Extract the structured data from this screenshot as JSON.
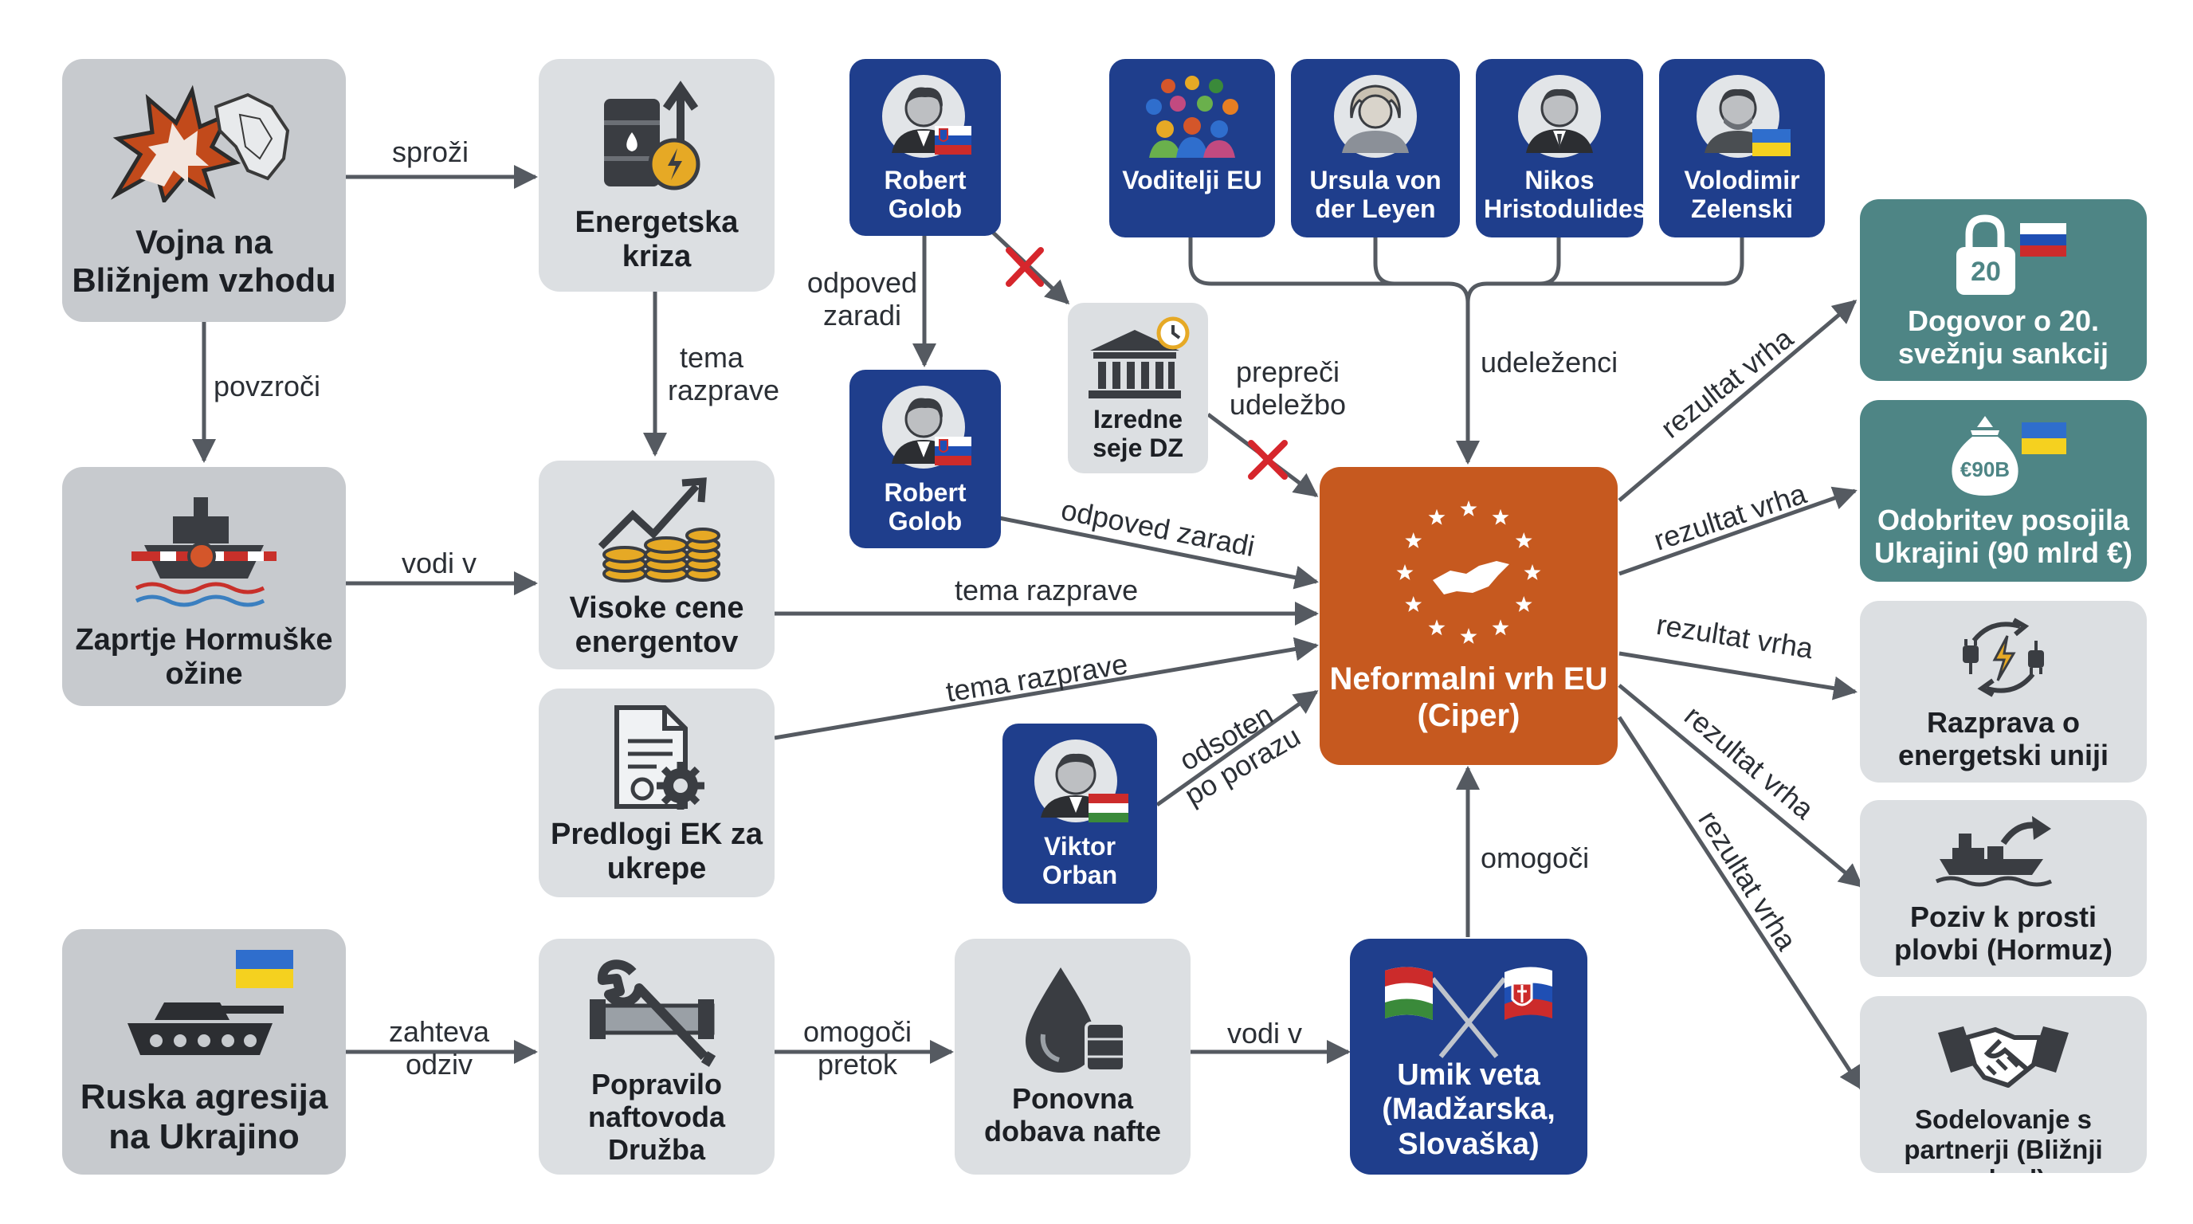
{
  "nodes": {
    "war": "Vojna na Bližnjem vzhodu",
    "energy_crisis": "Energetska kriza",
    "hormuz": "Zaprtje Hormuške ožine",
    "prices": "Visoke cene energentov",
    "ek_proposals": "Predlogi EK za ukrepe",
    "aggression": "Ruska agresija na Ukrajino",
    "druzba": "Popravilo naftovoda Družba",
    "oil": "Ponovna dobava nafte",
    "veto": "Umik veta (Madžarska, Slovaška)",
    "summit": "Neformalni vrh EU (Ciper)",
    "golob_top": "Robert Golob",
    "golob_mid": "Robert Golob",
    "izredne": "Izredne seje DZ",
    "orban": "Viktor Orban",
    "leaders": "Voditelji EU",
    "vonderleyen": "Ursula von der Leyen",
    "hristodulides": "Nikos Hristodulides",
    "zelenski": "Volodimir Zelenski",
    "sanctions": "Dogovor o 20. svežnju sankcij",
    "loan": "Odobritev posojila Ukrajini (90 mlrd €)",
    "energy_union": "Razprava o energetski uniji",
    "navigation": "Poziv k prosti plovbi (Hormuz)",
    "partners": "Sodelovanje s partnerji (Bližnji vzhod)"
  },
  "icon_text": {
    "sanctions_badge": "20",
    "loan_badge": "€90B"
  },
  "edges": {
    "sprozi": "sproži",
    "povzroci": "povzroči",
    "tema_razprave_v": "tema razprave",
    "vodi_v_1": "vodi v",
    "tema_razprave_1": "tema razprave",
    "tema_razprave_2": "tema razprave",
    "odpoved_zaradi_v": "odpoved zaradi",
    "odpoved_zaradi": "odpoved zaradi",
    "prepreci": "prepreči udeležbo",
    "udelezenci": "udeleženci",
    "odsoten": "odsoten po porazu",
    "zahteva": "zahteva odziv",
    "omogoci_pretok": "omogoči pretok",
    "vodi_v_2": "vodi v",
    "omogoci": "omogoči",
    "rezultat_1": "rezultat vrha",
    "rezultat_2": "rezultat vrha",
    "rezultat_3": "rezultat vrha",
    "rezultat_4": "rezultat vrha",
    "rezultat_5": "rezultat vrha"
  },
  "colors": {
    "gray_dark": "#c7cace",
    "gray_light": "#dcdfe2",
    "blue": "#1f3e8c",
    "teal": "#4e8585",
    "orange": "#c6591f",
    "arrow": "#555a61",
    "cross": "#d6262c"
  }
}
